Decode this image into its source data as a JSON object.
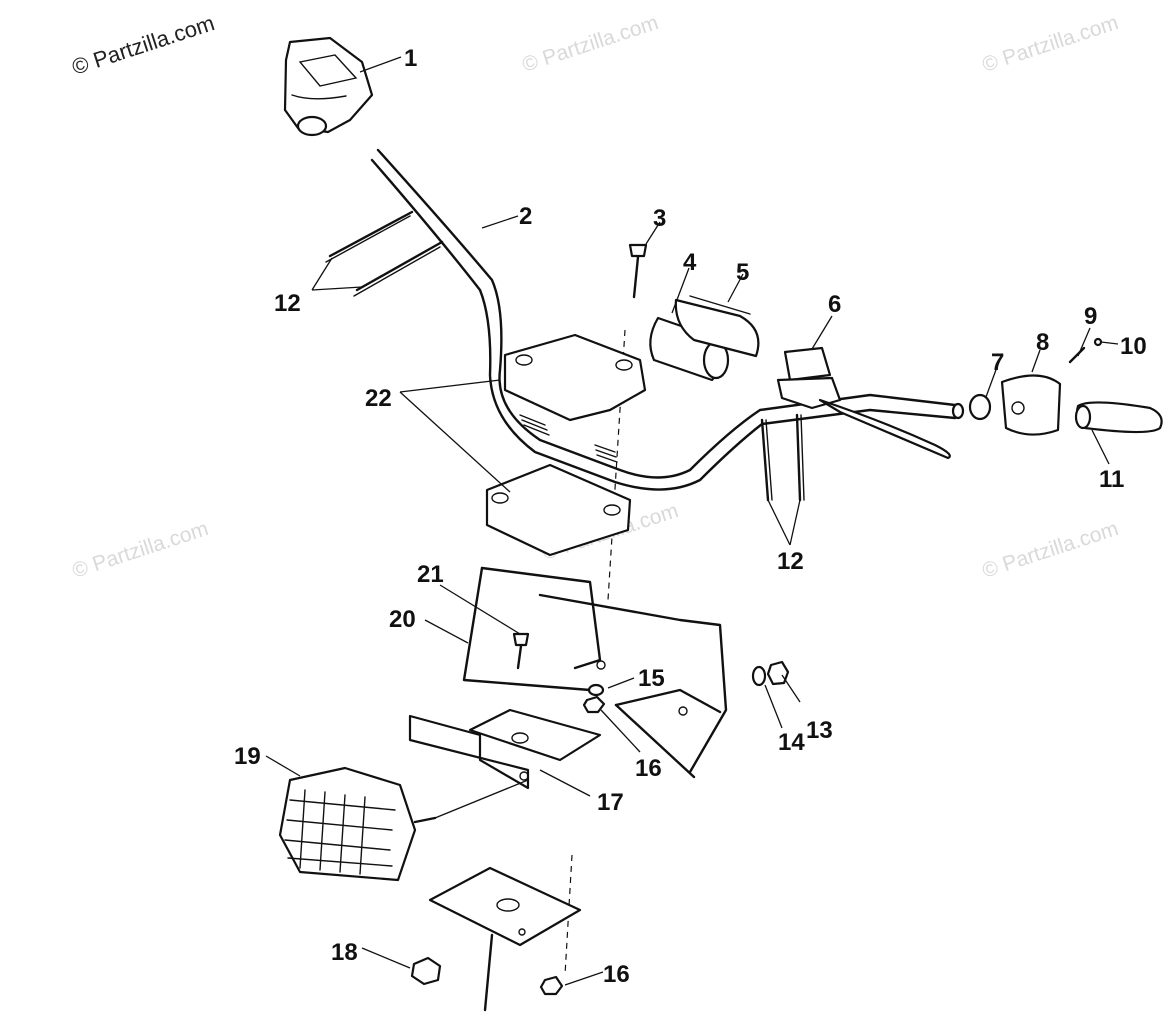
{
  "watermark": {
    "main": "© Partzilla.com",
    "faint": "© Partzilla.com"
  },
  "callouts": {
    "c1": "1",
    "c2": "2",
    "c3": "3",
    "c4": "4",
    "c5": "5",
    "c6": "6",
    "c7": "7",
    "c8": "8",
    "c9": "9",
    "c10": "10",
    "c11": "11",
    "c12a": "12",
    "c12b": "12",
    "c13": "13",
    "c14": "14",
    "c15": "15",
    "c16a": "16",
    "c16b": "16",
    "c17": "17",
    "c18": "18",
    "c19": "19",
    "c20": "20",
    "c21": "21",
    "c22": "22"
  }
}
